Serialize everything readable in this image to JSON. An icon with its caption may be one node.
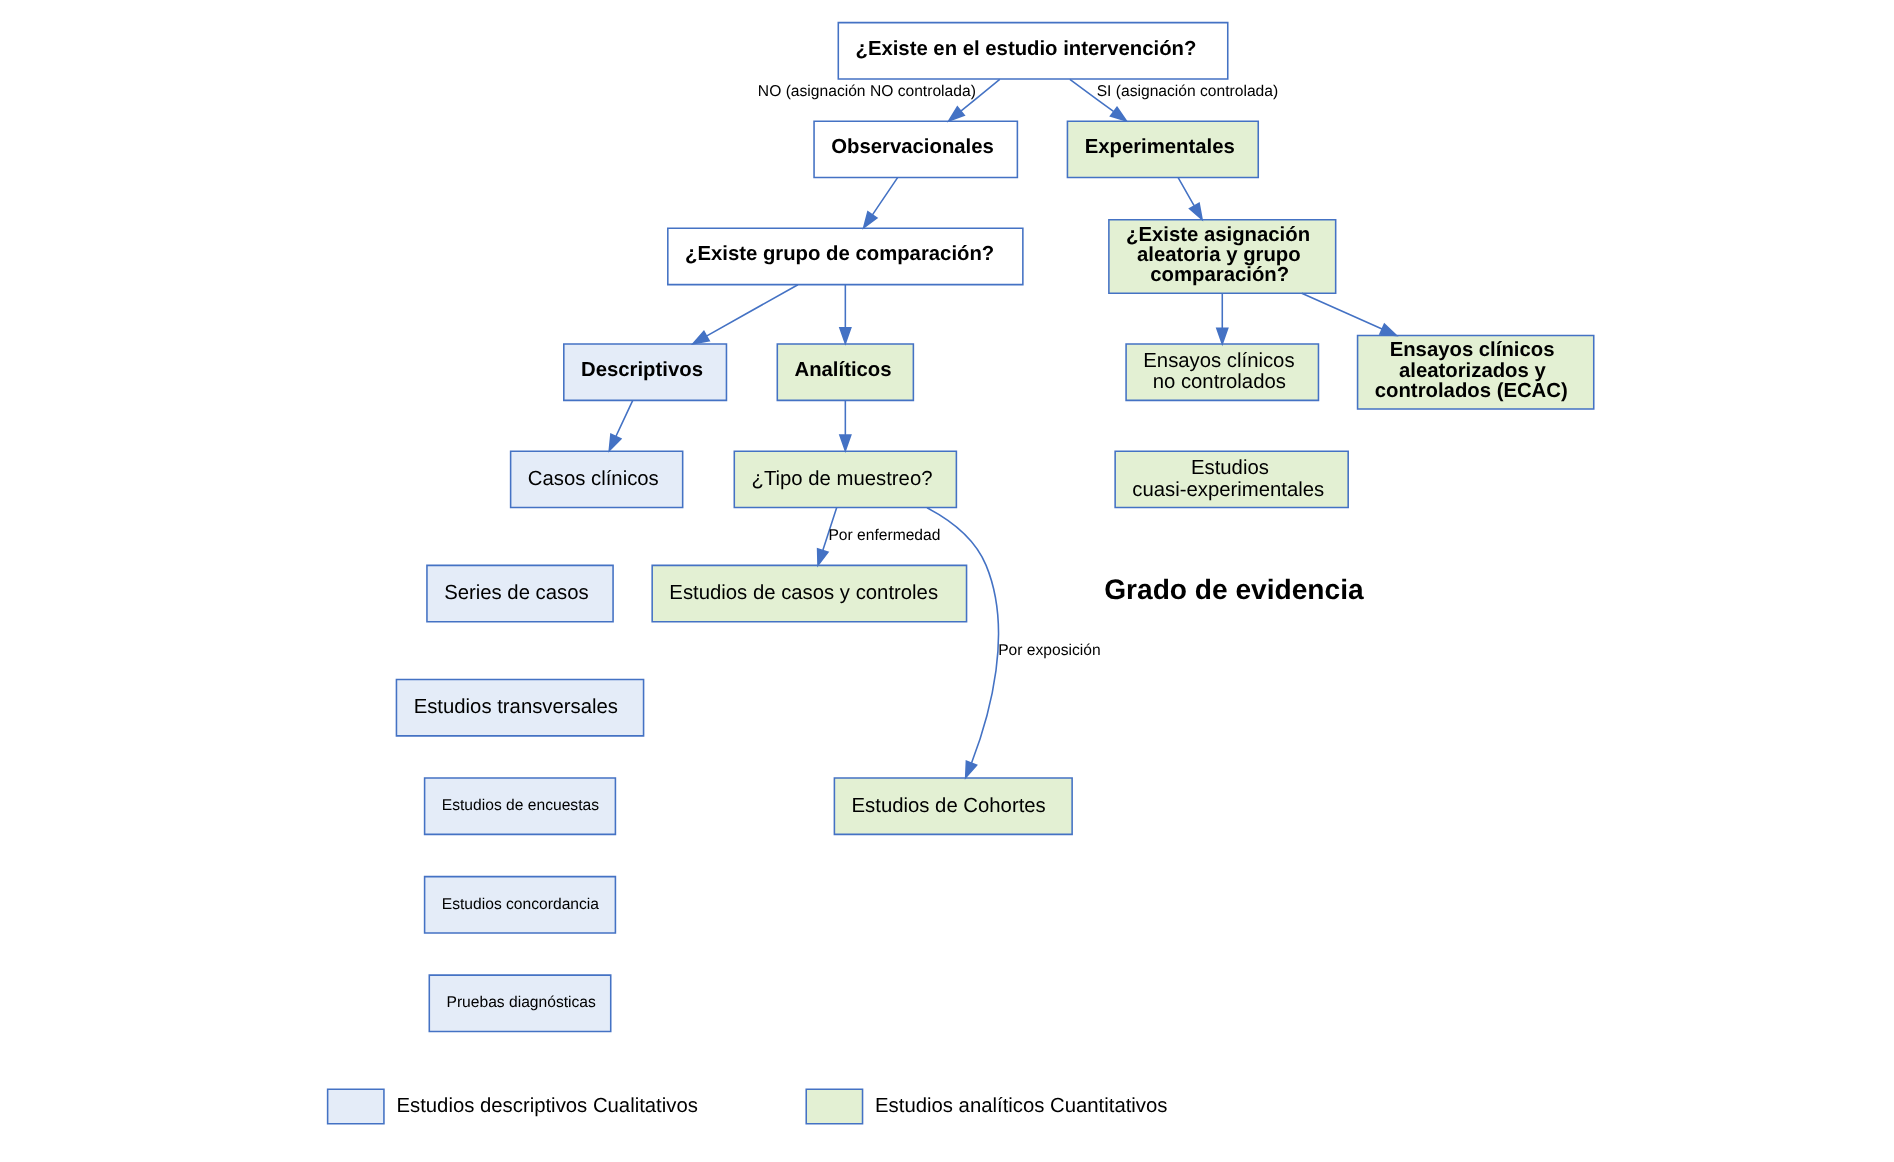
{
  "diagram": {
    "nodes": [
      {
        "text": [
          "¿Existe en el estudio intervención?"
        ]
      },
      {
        "text": [
          "Observacionales"
        ]
      },
      {
        "text": [
          "Experimentales"
        ]
      },
      {
        "text": [
          "¿Existe grupo de comparación?"
        ]
      },
      {
        "text": [
          "¿Existe asignación aleatoria y grupo comparación?"
        ]
      },
      {
        "text": [
          "Descriptivos"
        ]
      },
      {
        "text": [
          "Analíticos"
        ]
      },
      {
        "text": [
          "Ensayos clínicos no controlados"
        ]
      },
      {
        "text": [
          "Ensayos clínicos aleatorizados y controlados (ECAC)"
        ]
      },
      {
        "text": [
          "Estudios cuasi-experimentales"
        ]
      },
      {
        "text": [
          "Casos clínicos"
        ]
      },
      {
        "text": [
          "¿Tipo de muestreo?"
        ]
      },
      {
        "text": [
          "Series de casos"
        ]
      },
      {
        "text": [
          "Estudios de casos y controles"
        ]
      },
      {
        "text": [
          "Estudios transversales"
        ]
      },
      {
        "text": [
          "Estudios de encuestas"
        ]
      },
      {
        "text": [
          "Estudios concordancia"
        ]
      },
      {
        "text": [
          "Pruebas diagnósticas"
        ]
      },
      {
        "text": [
          "Estudios de Cohortes"
        ]
      }
    ],
    "edges": [
      {
        "from": 0,
        "to": 1,
        "arrow": "to",
        "label": "NO (asignación NO controlada)"
      },
      {
        "from": 0,
        "to": 2,
        "arrow": "to",
        "label": "SI (asignación controlada)"
      },
      {
        "from": 1,
        "to": 3,
        "arrow": "to"
      },
      {
        "from": 2,
        "to": 4,
        "arrow": "to"
      },
      {
        "from": 3,
        "to": 5,
        "arrow": "to"
      },
      {
        "from": 3,
        "to": 6,
        "arrow": "to"
      },
      {
        "from": 4,
        "to": 7,
        "arrow": "to"
      },
      {
        "from": 4,
        "to": 8,
        "arrow": "to"
      },
      {
        "from": 5,
        "to": 10,
        "arrow": "to"
      },
      {
        "from": 6,
        "to": 11,
        "arrow": "to"
      },
      {
        "from": 11,
        "to": 13,
        "arrow": "to",
        "label": "Por enfermedad"
      },
      {
        "from": 11,
        "to": 18,
        "arrow": "to",
        "label": "Por exposición"
      }
    ],
    "labels": [
      "Grado de evidencia"
    ],
    "legend": [
      {
        "text": "Estudios descriptivos Cualitativos",
        "color": "#e4ecf8"
      },
      {
        "text": "Estudios analíticos Cuantitativos",
        "color": "#e3f0d3"
      }
    ]
  }
}
